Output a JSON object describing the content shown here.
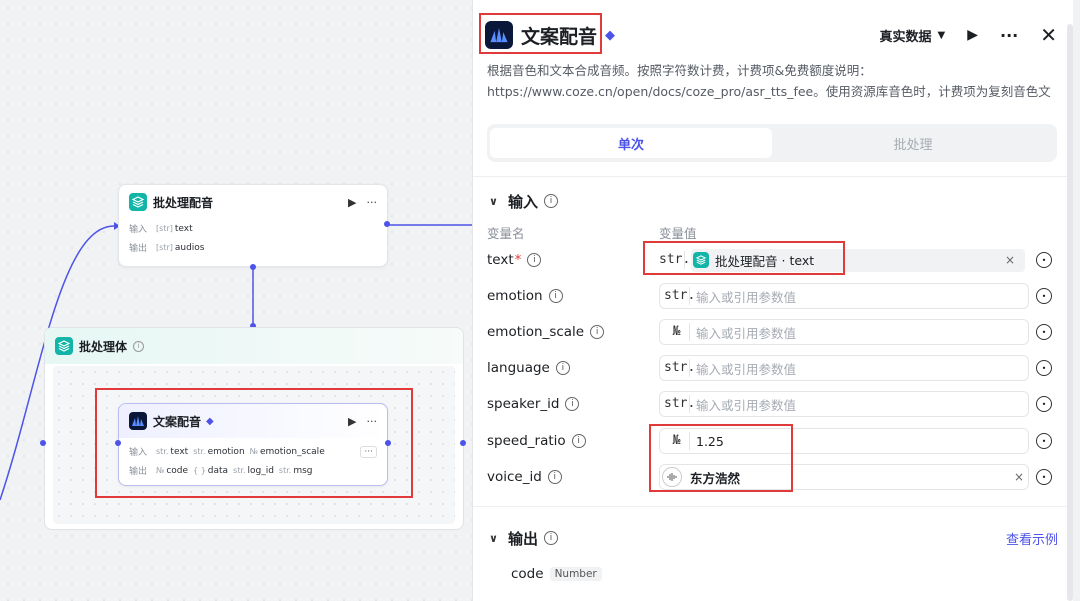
{
  "canvas": {
    "batch_config_node": {
      "title": "批处理配音",
      "input_label": "输入",
      "output_label": "输出",
      "input_type": "[str]",
      "input_name": "text",
      "output_type": "[str]",
      "output_name": "audios"
    },
    "batch_body": {
      "title": "批处理体"
    },
    "tts_node": {
      "title": "文案配音",
      "input_label": "输入",
      "output_label": "输出",
      "inputs": [
        {
          "type": "str.",
          "name": "text"
        },
        {
          "type": "str.",
          "name": "emotion"
        },
        {
          "type": "№",
          "name": "emotion_scale"
        }
      ],
      "outputs": [
        {
          "type": "№",
          "name": "code"
        },
        {
          "type": "{ }",
          "name": "data"
        },
        {
          "type": "str.",
          "name": "log_id"
        },
        {
          "type": "str.",
          "name": "msg"
        }
      ],
      "more": "···"
    }
  },
  "panel": {
    "title": "文案配音",
    "data_mode": "真实数据",
    "description": "根据音色和文本合成音频。按照字符数计费，计费项&免费额度说明：https://www.coze.cn/open/docs/coze_pro/asr_tts_fee。使用资源库音色时，计费项为复刻音色文字转语音字数；使…",
    "tabs": [
      {
        "label": "单次",
        "active": true
      },
      {
        "label": "批处理",
        "active": false
      }
    ],
    "input_section": {
      "title": "输入",
      "col_name": "变量名",
      "col_value": "变量值",
      "params": [
        {
          "name": "text",
          "required": "*",
          "type": "str.",
          "ref_node": "批处理配音",
          "ref_sep": "·",
          "ref_field": "text"
        },
        {
          "name": "emotion",
          "type": "str.",
          "placeholder": "输入或引用参数值"
        },
        {
          "name": "emotion_scale",
          "type": "№",
          "placeholder": "输入或引用参数值"
        },
        {
          "name": "language",
          "type": "str.",
          "placeholder": "输入或引用参数值"
        },
        {
          "name": "speaker_id",
          "type": "str.",
          "placeholder": "输入或引用参数值"
        },
        {
          "name": "speed_ratio",
          "type": "№",
          "value": "1.25"
        },
        {
          "name": "voice_id",
          "voice": "东方浩然"
        }
      ]
    },
    "output_section": {
      "title": "输出",
      "example_link": "查看示例",
      "fields": [
        {
          "name": "code",
          "type": "Number"
        }
      ]
    }
  },
  "colors": {
    "accent": "#4d53e8",
    "highlight_red": "#e03a3a",
    "batch_teal": "#12b5a8"
  }
}
